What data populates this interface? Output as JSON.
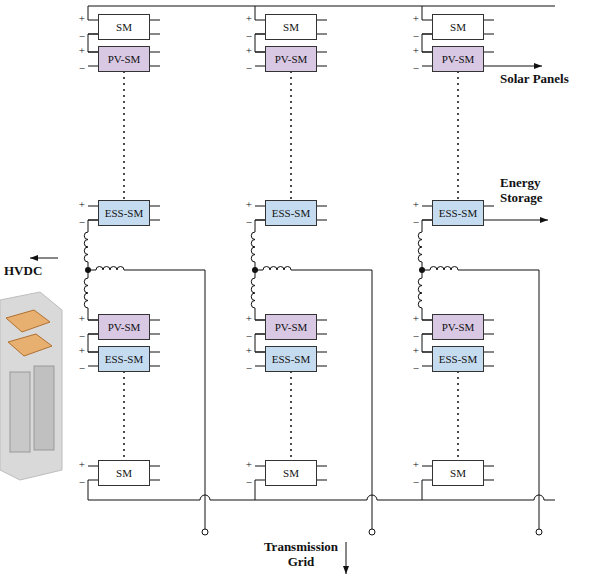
{
  "diagram": {
    "nodes": [
      {
        "text": [
          "SM"
        ]
      },
      {
        "text": [
          "SM"
        ]
      },
      {
        "text": [
          "SM"
        ]
      },
      {
        "text": [
          "PV-SM"
        ]
      },
      {
        "text": [
          "PV-SM"
        ]
      },
      {
        "text": [
          "PV-SM"
        ]
      },
      {
        "text": [
          "ESS-SM"
        ]
      },
      {
        "text": [
          "ESS-SM"
        ]
      },
      {
        "text": [
          "ESS-SM"
        ]
      },
      {
        "text": [
          "PV-SM"
        ]
      },
      {
        "text": [
          "PV-SM"
        ]
      },
      {
        "text": [
          "PV-SM"
        ]
      },
      {
        "text": [
          "ESS-SM"
        ]
      },
      {
        "text": [
          "ESS-SM"
        ]
      },
      {
        "text": [
          "ESS-SM"
        ]
      },
      {
        "text": [
          "SM"
        ]
      },
      {
        "text": [
          "SM"
        ]
      },
      {
        "text": [
          "SM"
        ]
      }
    ],
    "edges": [
      {
        "from": 0,
        "to": 3,
        "arrow": "none"
      },
      {
        "from": 3,
        "to": 6,
        "arrow": "none"
      },
      {
        "from": 6,
        "to": 9,
        "arrow": "none"
      },
      {
        "from": 9,
        "to": 12,
        "arrow": "none"
      },
      {
        "from": 12,
        "to": 15,
        "arrow": "none"
      },
      {
        "from": 1,
        "to": 4,
        "arrow": "none"
      },
      {
        "from": 4,
        "to": 7,
        "arrow": "none"
      },
      {
        "from": 7,
        "to": 10,
        "arrow": "none"
      },
      {
        "from": 10,
        "to": 13,
        "arrow": "none"
      },
      {
        "from": 13,
        "to": 16,
        "arrow": "none"
      },
      {
        "from": 2,
        "to": 5,
        "arrow": "none"
      },
      {
        "from": 5,
        "to": 8,
        "arrow": "none"
      },
      {
        "from": 8,
        "to": 11,
        "arrow": "none"
      },
      {
        "from": 11,
        "to": 14,
        "arrow": "none"
      },
      {
        "from": 14,
        "to": 17,
        "arrow": "none"
      }
    ],
    "labels": [
      "+",
      "−",
      "+",
      "−",
      "+",
      "−",
      "+",
      "−",
      "+",
      "−",
      "+",
      "−",
      "+",
      "−",
      "+",
      "−",
      "+",
      "−",
      "+",
      "−",
      "+",
      "−",
      "+",
      "−",
      "+",
      "−",
      "+",
      "−",
      "+",
      "−",
      "+",
      "−",
      "+",
      "−",
      "+",
      "−",
      "Solar Panels",
      "Energy Storage",
      "HVDC",
      "Transmission Grid"
    ]
  }
}
